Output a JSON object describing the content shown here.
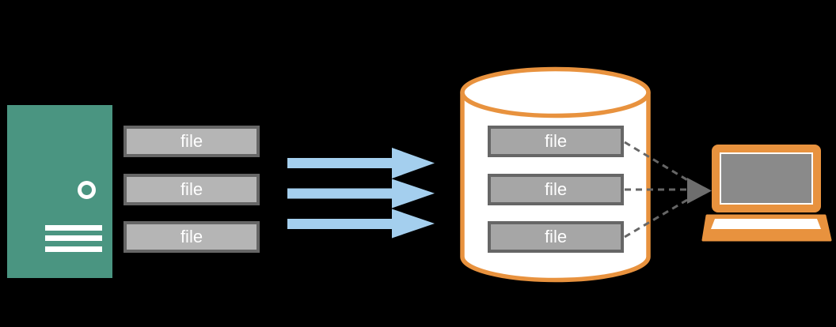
{
  "diagram": {
    "source_files": [
      "file",
      "file",
      "file"
    ],
    "database_files": [
      "file",
      "file",
      "file"
    ]
  },
  "icons": {
    "server_tower": "green-server-tower",
    "power_ring": "circle-ring",
    "vent_bars": "three-horizontal-bars",
    "transfer_arrows": "three-right-arrows",
    "database": "white-cylinder-orange-outline",
    "download_arrowhead": "right-triangle-arrowhead",
    "connectors": "dashed-converging-lines",
    "client": "orange-laptop"
  },
  "colors": {
    "background": "#000000",
    "server_green": "#4a9581",
    "file_fill": "#b5b5b5",
    "db_file_fill": "#a6a6a6",
    "file_border": "#666666",
    "file_text": "#ffffff",
    "arrow_blue": "#a4cfee",
    "db_orange": "#e8923e",
    "connector_gray": "#666666",
    "arrowhead_gray": "#6e6e6e",
    "laptop_orange": "#e8923e",
    "screen_gray": "#8a8a8a",
    "bezel_white": "#ffffff"
  }
}
